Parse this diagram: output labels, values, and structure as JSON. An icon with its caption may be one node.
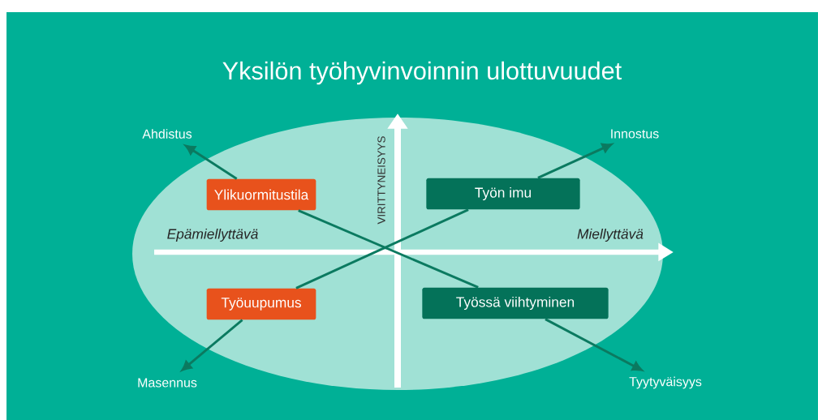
{
  "diagram": {
    "title": "Yksilön työhyvinvoinnin ulottuvuudet",
    "nodes": [
      {
        "text": [
          "Ahdistus"
        ]
      },
      {
        "text": [
          "Innostus"
        ]
      },
      {
        "text": [
          "Ylikuormitustila"
        ]
      },
      {
        "text": [
          "Työn imu"
        ]
      },
      {
        "text": [
          "Työuupumus"
        ]
      },
      {
        "text": [
          "Työssä viihtyminen"
        ]
      },
      {
        "text": [
          "Masennus"
        ]
      },
      {
        "text": [
          "Tyytyväisyys"
        ]
      }
    ],
    "edges": [
      {
        "from": 2,
        "to": 0,
        "arrow": "to"
      },
      {
        "from": 3,
        "to": 1,
        "arrow": "to"
      },
      {
        "from": 4,
        "to": 3,
        "arrow": "none"
      },
      {
        "from": 2,
        "to": 5,
        "arrow": "none"
      },
      {
        "from": 4,
        "to": 6,
        "arrow": "to"
      },
      {
        "from": 5,
        "to": 7,
        "arrow": "to"
      }
    ],
    "labels": [
      "Epämiellyttävä",
      "VIRITTYNEISYYS",
      "Miellyttävä"
    ]
  }
}
